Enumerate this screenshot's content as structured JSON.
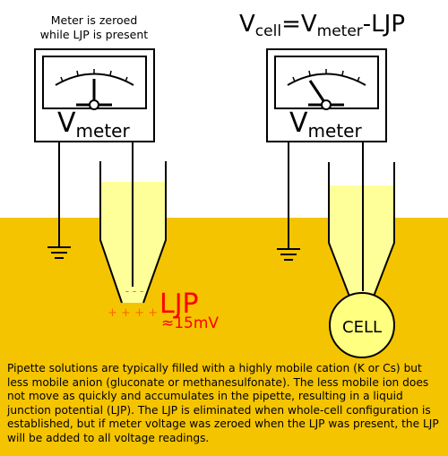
{
  "left_note": {
    "line1": "Meter is zeroed",
    "line2": "while LJP is present"
  },
  "equation": {
    "v": "V",
    "cell_sub": "cell",
    "equals": "=",
    "meter_sub": "meter",
    "minus_ljp": "-LJP"
  },
  "meter_left": {
    "v": "V",
    "sub": "meter"
  },
  "meter_right": {
    "v": "V",
    "sub": "meter"
  },
  "charges": {
    "minus": "- - -",
    "plus": "+ + + +"
  },
  "ljp": {
    "label": "LJP",
    "value": "≈15mV"
  },
  "cell_label": "CELL",
  "caption": "Pipette solutions are typically filled with a highly mobile cation (K or Cs) but less mobile anion (gluconate or methanesulfonate). The less mobile ion does not move as quickly and accumulates in the pipette, resulting in a liquid junction potential (LJP). The LJP is eliminated when whole-cell configuration is established, but if meter voltage was zeroed when the LJP was present, the LJP will be added to all voltage readings.",
  "colors": {
    "bath": "#f5c400",
    "pipette_solution": "#ffff99",
    "cell": "#ffff80",
    "ljp_text": "#ff0000",
    "charges": "#ff6600",
    "line": "#000000"
  }
}
